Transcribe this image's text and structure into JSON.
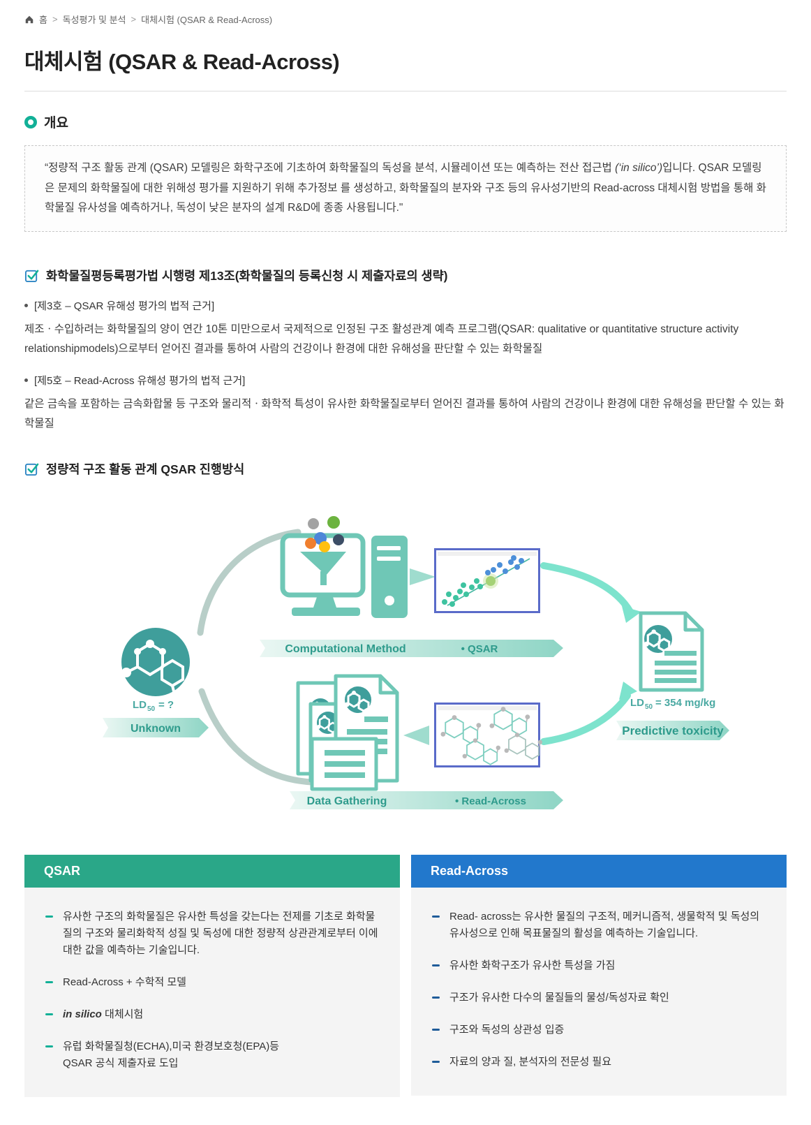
{
  "colors": {
    "teal": "#12b097",
    "teal-dark": "#2e9b8c",
    "diagram-teal": "#6fc7b6",
    "diagram-deep": "#3f9e9b",
    "qsar-accent": "#2aa788",
    "readacross-accent": "#2278cc",
    "check-blue": "#2e86c4",
    "navy-dash": "#1f5c99"
  },
  "breadcrumb": {
    "home": "홈",
    "sep": ">",
    "level1": "독성평가 및 분석",
    "level2": "대체시험 (QSAR & Read-Across)"
  },
  "page": {
    "title": "대체시험 (QSAR & Read-Across)"
  },
  "overview": {
    "heading": "개요",
    "quote_part1": "“정량적 구조 활동 관계 (QSAR) 모델링은 화학구조에 기초하여 화학물질의 독성을 분석, 시뮬레이션 또는 예측하는 전산 접근법 ",
    "quote_italic": "(‘in silico’)",
    "quote_part2": "입니다. QSAR 모델링은 문제의 화학물질에 대한 위해성 평가를 지원하기 위해 추가정보 를 생성하고, 화학물질의 분자와 구조 등의 유사성기반의 Read-across 대체시험 방법을 통해 화학물질 유사성을 예측하거나, 독성이 낮은 분자의 설계 R&D에 종종 사용됩니다.\""
  },
  "legal": {
    "heading": "화학물질평등록평가법 시행령 제13조(화학물질의 등록신청 시 제출자료의 생략)",
    "item1_label": "[제3호 – QSAR 유해성 평가의 법적 근거]",
    "item1_body": "제조ㆍ수입하려는 화학물질의 양이 연간 10톤 미만으로서 국제적으로 인정된 구조 활성관계 예측 프로그램(QSAR: qualitative or quantitative structure activity relationshipmodels)으로부터 얻어진 결과를 통하여 사람의 건강이나 환경에 대한 유해성을 판단할 수 있는 화학물질",
    "item2_label": "[제5호 – Read-Across 유해성 평가의 법적 근거]",
    "item2_body": "같은 금속을 포함하는 금속화합물 등 구조와 물리적ㆍ화학적 특성이 유사한 화학물질로부터 얻어진 결과를 통하여 사람의 건강이나 환경에 대한 유해성을 판단할 수 있는 화학물질"
  },
  "process": {
    "heading": "정량적 구조 활동 관계 QSAR 진행방식",
    "diagram": {
      "ld_prefix": "LD",
      "ld_sub": "50",
      "unknown_value": "= ?",
      "known_value": "= 354 mg/kg",
      "unknown_label": "Unknown",
      "computational_label": "Computational Method",
      "qsar_tag": "•  QSAR",
      "data_gathering_label": "Data Gathering",
      "readacross_tag": "•  Read-Across",
      "predictive_label": "Predictive toxicity"
    }
  },
  "cards": {
    "qsar": {
      "title": "QSAR",
      "b0": "유사한 구조의 화학물질은 유사한 특성을 갖는다는 전제를 기초로 화학물질의 구조와 물리화학적 성질 및 독성에 대한 정량적 상관관계로부터 이에 대한 값을 예측하는 기술입니다.",
      "b1": "Read-Across + 수학적 모델",
      "b2_em": "in silico",
      "b2_rest": " 대체시험",
      "b3": "유럽 화학물질청(ECHA),미국 환경보호청(EPA)등\nQSAR 공식 제출자료 도입"
    },
    "read_across": {
      "title": "Read-Across",
      "b0": "Read- across는 유사한 물질의 구조적, 메커니즘적, 생물학적 및 독성의 유사성으로 인해 목표물질의 활성을 예측하는 기술입니다.",
      "b1": "유사한 화학구조가 유사한 특성을 가짐",
      "b2": "구조가 유사한 다수의 물질들의 물성/독성자료 확인",
      "b3": "구조와 독성의 상관성 입증",
      "b4": "자료의 양과 질, 분석자의 전문성 필요"
    }
  }
}
